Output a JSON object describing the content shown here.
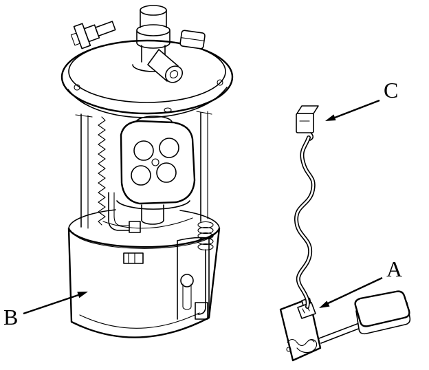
{
  "figure": {
    "background": "#ffffff",
    "line_color": "#000000",
    "callouts": {
      "a": "A",
      "b": "B",
      "c": "C"
    }
  }
}
